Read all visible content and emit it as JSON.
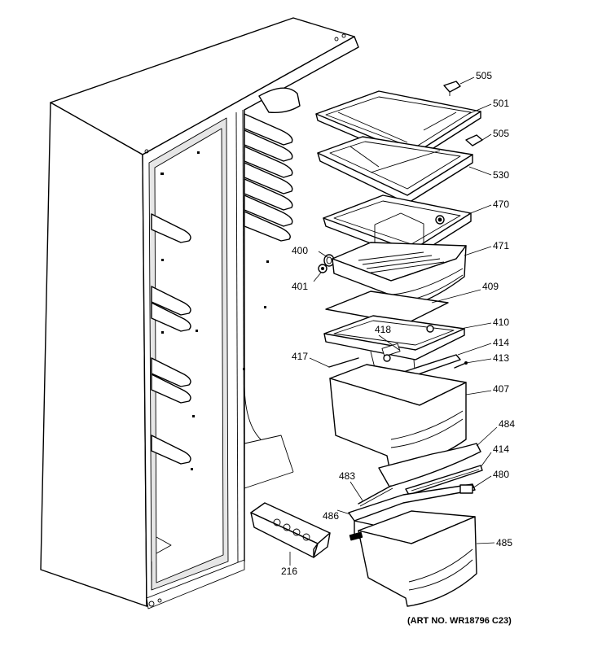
{
  "diagram": {
    "callouts": [
      {
        "id": "505a",
        "text": "505"
      },
      {
        "id": "501",
        "text": "501"
      },
      {
        "id": "505b",
        "text": "505"
      },
      {
        "id": "530",
        "text": "530"
      },
      {
        "id": "470",
        "text": "470"
      },
      {
        "id": "400",
        "text": "400"
      },
      {
        "id": "471",
        "text": "471"
      },
      {
        "id": "401",
        "text": "401"
      },
      {
        "id": "409",
        "text": "409"
      },
      {
        "id": "410",
        "text": "410"
      },
      {
        "id": "418",
        "text": "418"
      },
      {
        "id": "414a",
        "text": "414"
      },
      {
        "id": "417",
        "text": "417"
      },
      {
        "id": "413",
        "text": "413"
      },
      {
        "id": "407",
        "text": "407"
      },
      {
        "id": "484",
        "text": "484"
      },
      {
        "id": "414b",
        "text": "414"
      },
      {
        "id": "483",
        "text": "483"
      },
      {
        "id": "480",
        "text": "480"
      },
      {
        "id": "486",
        "text": "486"
      },
      {
        "id": "485",
        "text": "485"
      },
      {
        "id": "216",
        "text": "216"
      }
    ],
    "art_number": "(ART NO. WR18796 C23)"
  }
}
